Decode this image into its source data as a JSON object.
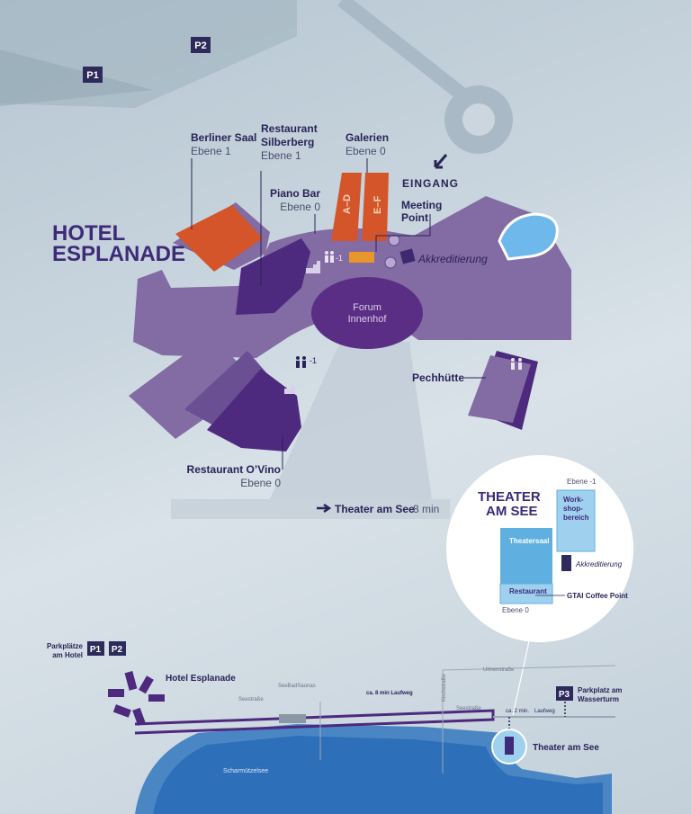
{
  "colors": {
    "building": "#836ba3",
    "building_dark": "#4d2a7e",
    "building_deep": "#5b2e85",
    "hall_orange": "#d4552a",
    "meeting_point": "#e8962b",
    "lake": "#6fb8ec",
    "label": "#2a2357",
    "theater_light": "#9fd1ef",
    "theater_mid": "#5fb0e0"
  },
  "parking": {
    "p1": "P1",
    "p2": "P2",
    "p3": "P3"
  },
  "hotel": {
    "title_line1": "HOTEL",
    "title_line2": "ESPLANADE"
  },
  "labels": {
    "berliner_saal": "Berliner Saal",
    "berliner_saal_level": "Ebene 1",
    "restaurant_silberberg_l1": "Restaurant",
    "restaurant_silberberg_l2": "Silberberg",
    "restaurant_silberberg_level": "Ebene 1",
    "galerien": "Galerien",
    "galerien_level": "Ebene 0",
    "hall_ad": "A–D",
    "hall_ef": "E–F",
    "eingang": "EINGANG",
    "piano_bar": "Piano Bar",
    "piano_bar_level": "Ebene 0",
    "meeting_point_l1": "Meeting",
    "meeting_point_l2": "Point",
    "akkreditierung": "Akkreditierung",
    "forum": "Forum",
    "forum_sub": "Innenhof",
    "pechhuette": "Pechhütte",
    "restaurant_ovino": "Restaurant O’Vino",
    "restaurant_ovino_level": "Ebene 0",
    "wc_level": "-1",
    "theater_walk": "Theater am See",
    "theater_walk_time": "8 min"
  },
  "theater_inset": {
    "title_l1": "THEATER",
    "title_l2": "AM SEE",
    "level_upper": "Ebene -1",
    "workshop_l1": "Work-",
    "workshop_l2": "shop-",
    "workshop_l3": "bereich",
    "theatersaal": "Theatersaal",
    "restaurant": "Restaurant",
    "akkreditierung": "Akkreditierung",
    "coffee_point": "GTAI Coffee Point",
    "level_lower": "Ebene 0"
  },
  "overview": {
    "parking_hotel_l1": "Parkplätze",
    "parking_hotel_l2": "am Hotel",
    "hotel_esplanade": "Hotel Esplanade",
    "seestrasse_1": "Seestraße",
    "seebadsaunas": "SeeBadSaunas",
    "walk_time": "ca. 8 min Laufweg",
    "kirchstrasse": "Kirchstraße",
    "ulmenstrasse": "Ulmenstraße",
    "seestrasse_2": "Seestraße",
    "walk_short": "ca. 2 min.",
    "laufweg": "Laufweg",
    "parking_tower_l1": "Parkplatz am",
    "parking_tower_l2": "Wasserturm",
    "theater_am_see": "Theater am See",
    "lake_name": "Scharmützelsee"
  }
}
